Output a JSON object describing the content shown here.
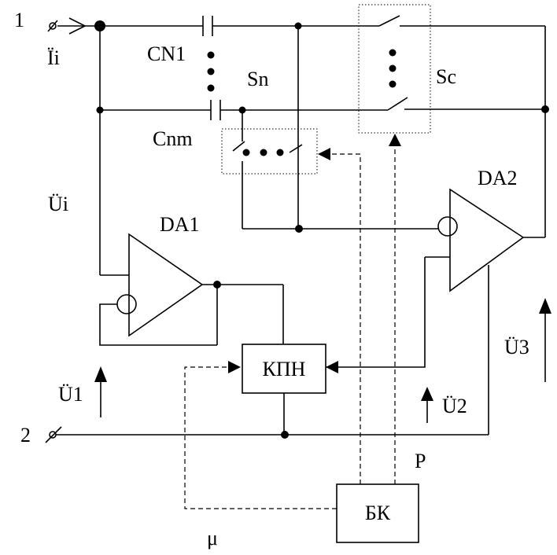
{
  "labels": {
    "terminal_1": "1",
    "terminal_2": "2",
    "current_in": "Ïi",
    "cap_first": "CN1",
    "cap_last": "Cnm",
    "switch_n": "Sn",
    "switch_c": "Sc",
    "voltage_in": "Üi",
    "amp_1": "DA1",
    "amp_2": "DA2",
    "converter": "КПН",
    "control_block": "БК",
    "voltage_1": "Ü1",
    "voltage_2": "Ü2",
    "voltage_3": "Ü3",
    "signal_p": "P",
    "signal_mu": "μ"
  }
}
